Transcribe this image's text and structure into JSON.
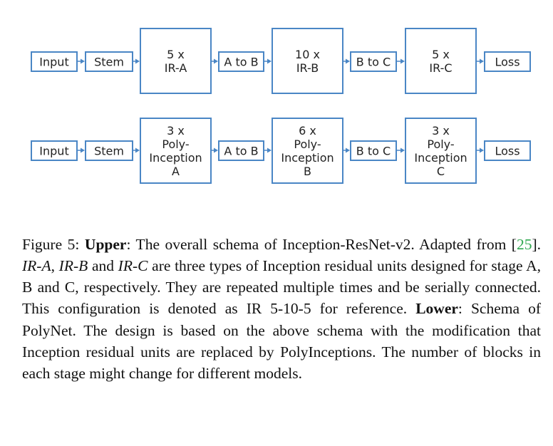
{
  "diagram": {
    "upper_row": [
      "Input",
      "Stem",
      "5 x\nIR-A",
      "A to B",
      "10 x\nIR-B",
      "B to C",
      "5 x\nIR-C",
      "Loss"
    ],
    "lower_row": [
      "Input",
      "Stem",
      "3 x\nPoly-\nInception\nA",
      "A to B",
      "6 x\nPoly-\nInception\nB",
      "B to C",
      "3 x\nPoly-\nInception\nC",
      "Loss"
    ],
    "colors": {
      "stroke": "#4a86c5",
      "text": "#222222",
      "citation": "#2fa84f"
    }
  },
  "caption": {
    "label": "Figure 5:",
    "upper_title": "Upper",
    "upper_text_1": ": The overall schema of Inception-ResNet-v2. Adapted from [",
    "citation": "25",
    "upper_text_2": "].",
    "ir_a": "IR-A",
    "sep_1": ", ",
    "ir_b": "IR-B",
    "sep_2": " and ",
    "ir_c": "IR-C",
    "upper_text_3": " are three types of Inception residual units designed for stage A, B and C, respectively. They are repeated multiple times and be serially connected. This configuration is denoted as IR 5-10-5 for reference.",
    "lower_title": "Lower",
    "lower_text": ": Schema of PolyNet. The design is based on the above schema with the modification that Inception residual units are replaced by PolyInceptions. The number of blocks in each stage might change for different models."
  }
}
